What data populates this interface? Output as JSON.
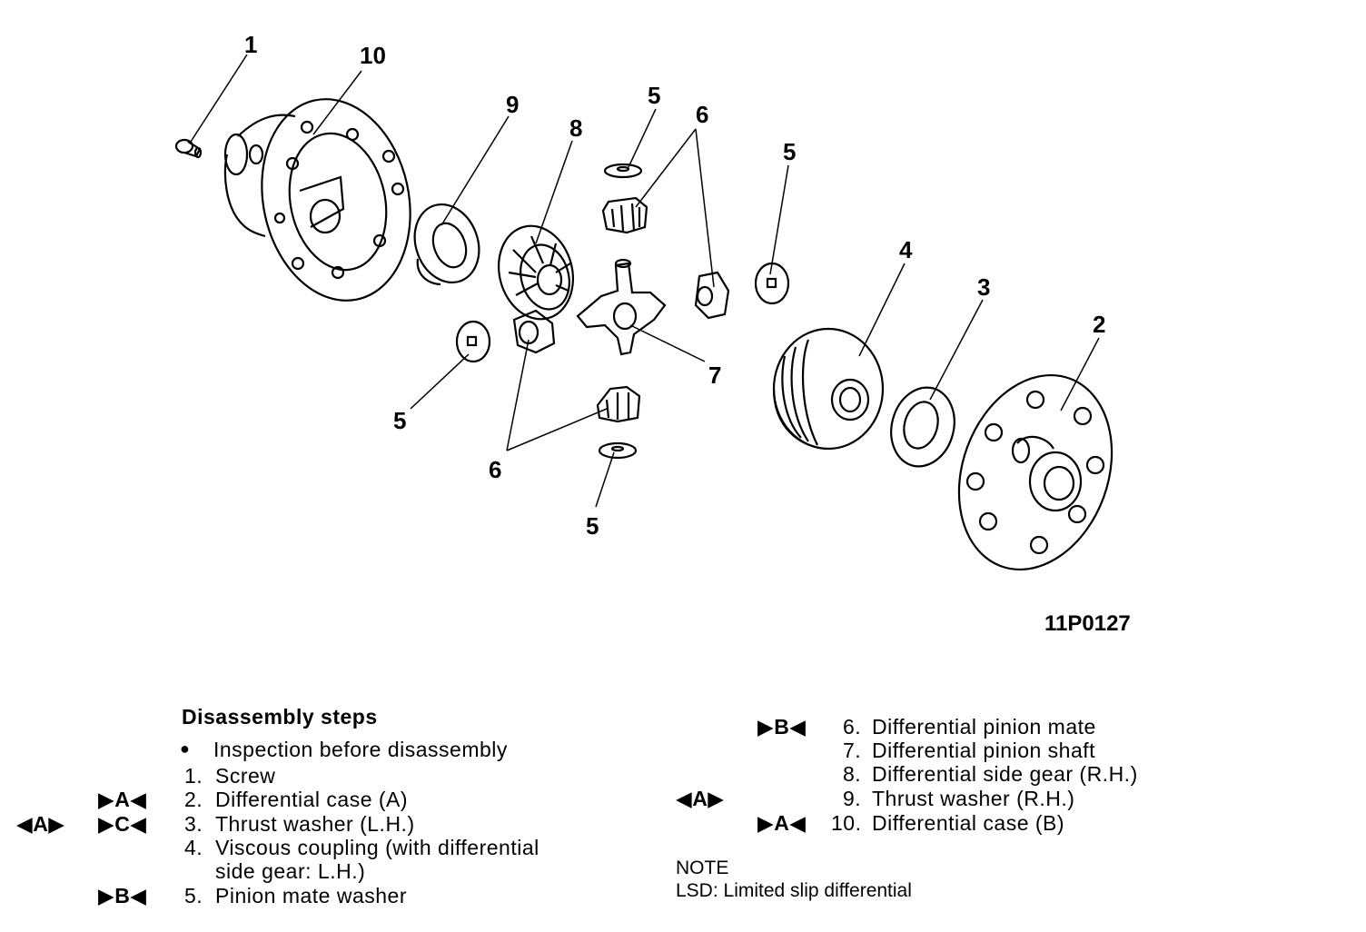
{
  "diagram": {
    "callouts": [
      "1",
      "10",
      "9",
      "8",
      "5",
      "6",
      "5",
      "4",
      "3",
      "2",
      "7",
      "5",
      "6",
      "5"
    ],
    "figure_code": "11P0127"
  },
  "steps": {
    "heading": "Disassembly steps",
    "bullet": "●",
    "left": [
      {
        "mark_outer": "",
        "mark_inner": "",
        "num": "",
        "text": "Inspection before disassembly"
      },
      {
        "mark_outer": "",
        "mark_inner": "",
        "num": "1.",
        "text": "Screw"
      },
      {
        "mark_outer": "",
        "mark_inner": "▶A◀",
        "num": "2.",
        "text": "Differential case (A)"
      },
      {
        "mark_outer": "◀A▶",
        "mark_inner": "▶C◀",
        "num": "3.",
        "text": "Thrust washer (L.H.)"
      },
      {
        "mark_outer": "",
        "mark_inner": "",
        "num": "4.",
        "text": "Viscous coupling (with differential"
      },
      {
        "mark_outer": "",
        "mark_inner": "",
        "num": "",
        "text": "side gear: L.H.)"
      },
      {
        "mark_outer": "",
        "mark_inner": "▶B◀",
        "num": "5.",
        "text": "Pinion mate washer"
      }
    ],
    "right": [
      {
        "mark_outer": "",
        "mark_inner": "▶B◀",
        "num": "6.",
        "text": "Differential pinion mate"
      },
      {
        "mark_outer": "",
        "mark_inner": "",
        "num": "7.",
        "text": "Differential pinion shaft"
      },
      {
        "mark_outer": "",
        "mark_inner": "",
        "num": "8.",
        "text": "Differential side gear (R.H.)"
      },
      {
        "mark_outer": "◀A▶",
        "mark_inner": "",
        "num": "9.",
        "text": "Thrust washer (R.H.)"
      },
      {
        "mark_outer": "",
        "mark_inner": "▶A◀",
        "num": "10.",
        "text": "Differential case (B)"
      }
    ]
  },
  "note": {
    "title": "NOTE",
    "text": "LSD: Limited slip differential"
  }
}
